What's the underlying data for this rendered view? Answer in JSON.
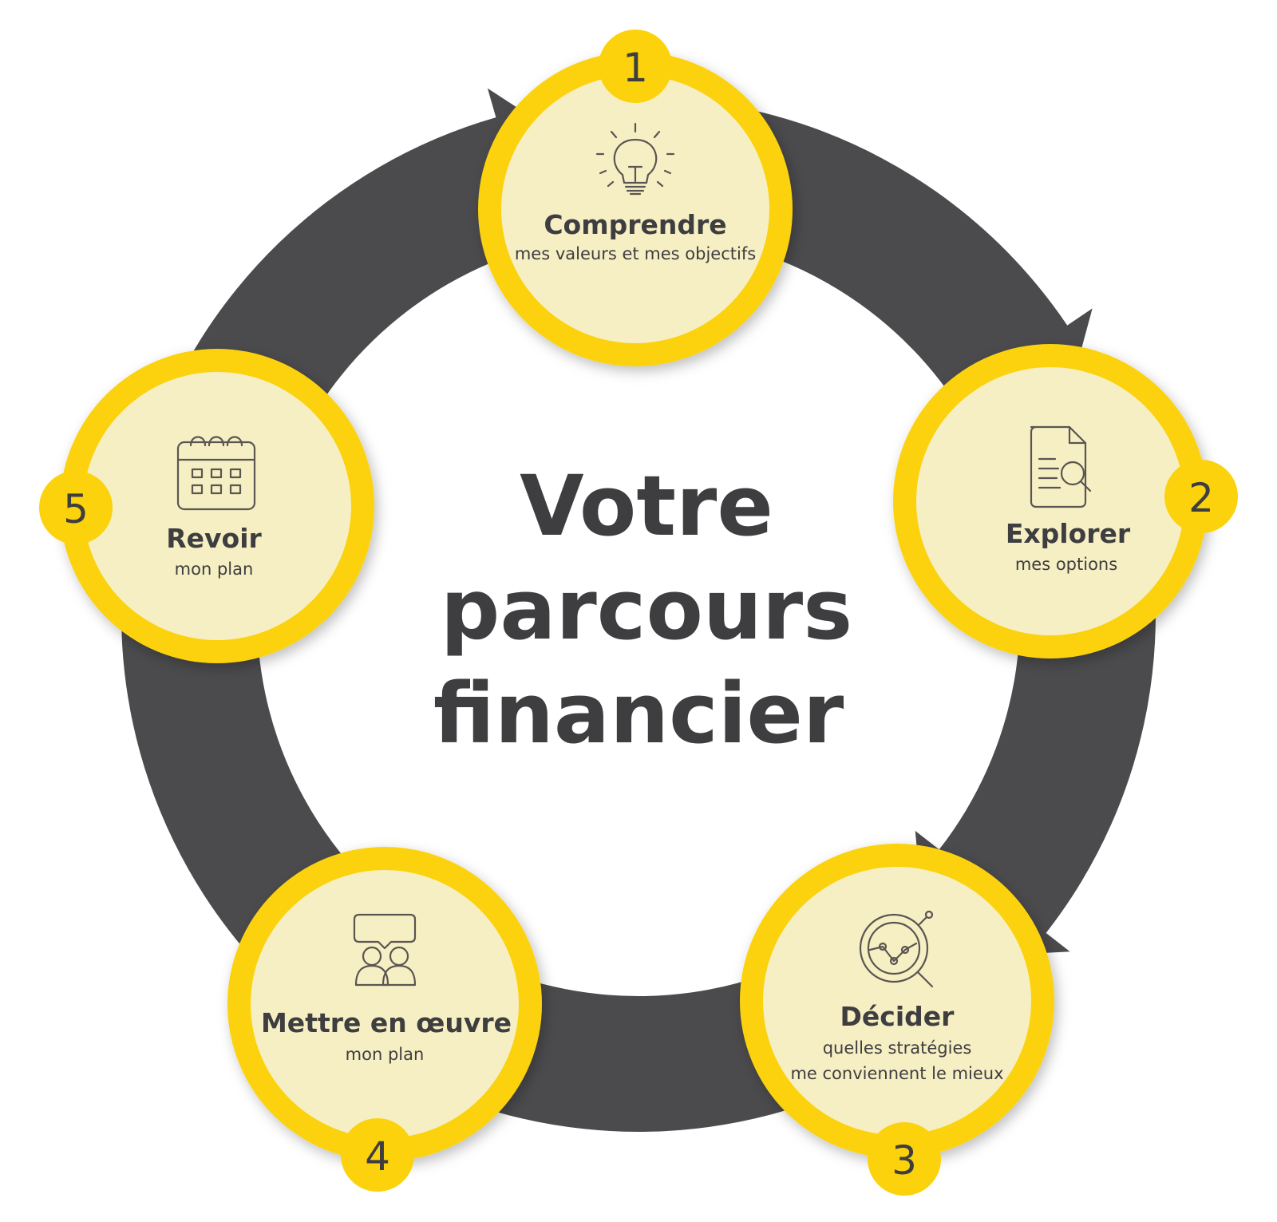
{
  "title_lines": [
    "Votre",
    "parcours",
    "financier"
  ],
  "colors": {
    "arrow": "#4b4a4d",
    "ring": "#fbd20c",
    "inner": "#f6efc3",
    "text": "#3e3d40",
    "icon": "#5a5552"
  },
  "steps": [
    {
      "number": "1",
      "title": "Comprendre",
      "subtitle": [
        "mes valeurs et mes objectifs"
      ],
      "icon": "lightbulb-icon"
    },
    {
      "number": "2",
      "title": "Explorer",
      "subtitle": [
        "mes options"
      ],
      "icon": "document-search-icon"
    },
    {
      "number": "3",
      "title": "Décider",
      "subtitle": [
        "quelles stratégies",
        "me conviennent le mieux"
      ],
      "icon": "chart-magnifier-icon"
    },
    {
      "number": "4",
      "title": "Mettre en œuvre",
      "subtitle": [
        "mon plan"
      ],
      "icon": "people-discussion-icon"
    },
    {
      "number": "5",
      "title": "Revoir",
      "subtitle": [
        "mon plan"
      ],
      "icon": "calendar-icon"
    }
  ]
}
